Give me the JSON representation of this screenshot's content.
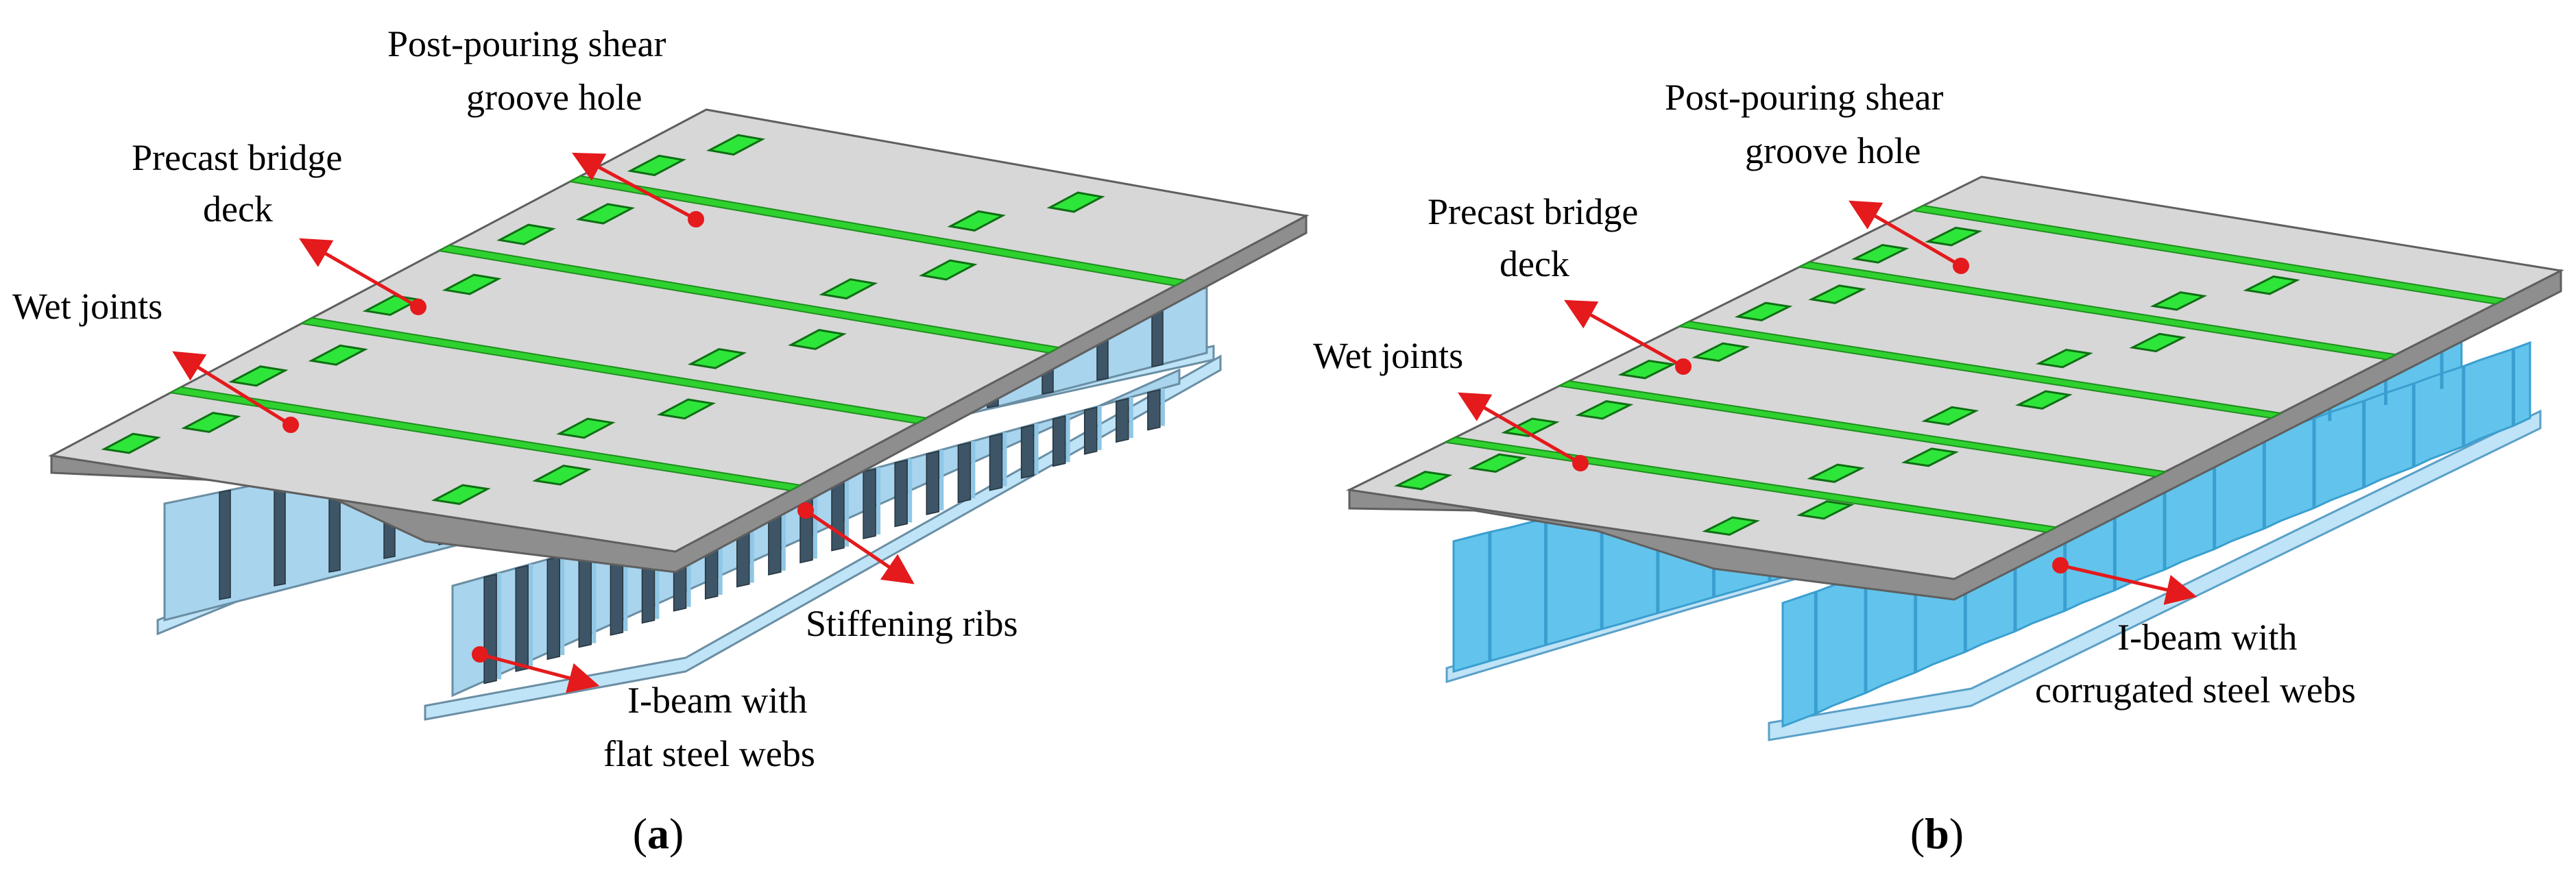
{
  "colors": {
    "deck_top": "#d7d7d7",
    "deck_side": "#8e8e8e",
    "deck_edge": "#5f5f5f",
    "wet_joint": "#2fd12f",
    "shear_hole": "#2ee63a",
    "steel_light": "#bfe3f7",
    "steel_mid": "#8fc7e6",
    "steel_dark": "#3d5566",
    "corrugated": "#62c4ec",
    "corrugated_dark": "#3a9fd0",
    "annotation": "#e41a1c"
  },
  "panel_a": {
    "labels": {
      "post_pouring_line1": "Post-pouring shear",
      "post_pouring_line2": "groove hole",
      "precast_line1": "Precast bridge",
      "precast_line2": "deck",
      "wet_joints": "Wet joints",
      "stiffening_ribs": "Stiffening ribs",
      "ibeam_line1": "I-beam with",
      "ibeam_line2": "flat steel webs"
    },
    "caption": {
      "open": "(",
      "letter": "a",
      "close": ")"
    }
  },
  "panel_b": {
    "labels": {
      "post_pouring_line1": "Post-pouring shear",
      "post_pouring_line2": "groove hole",
      "precast_line1": "Precast bridge",
      "precast_line2": "deck",
      "wet_joints": "Wet joints",
      "ibeam_line1": "I-beam with",
      "ibeam_line2": "corrugated steel webs"
    },
    "caption": {
      "open": "(",
      "letter": "b",
      "close": ")"
    }
  }
}
